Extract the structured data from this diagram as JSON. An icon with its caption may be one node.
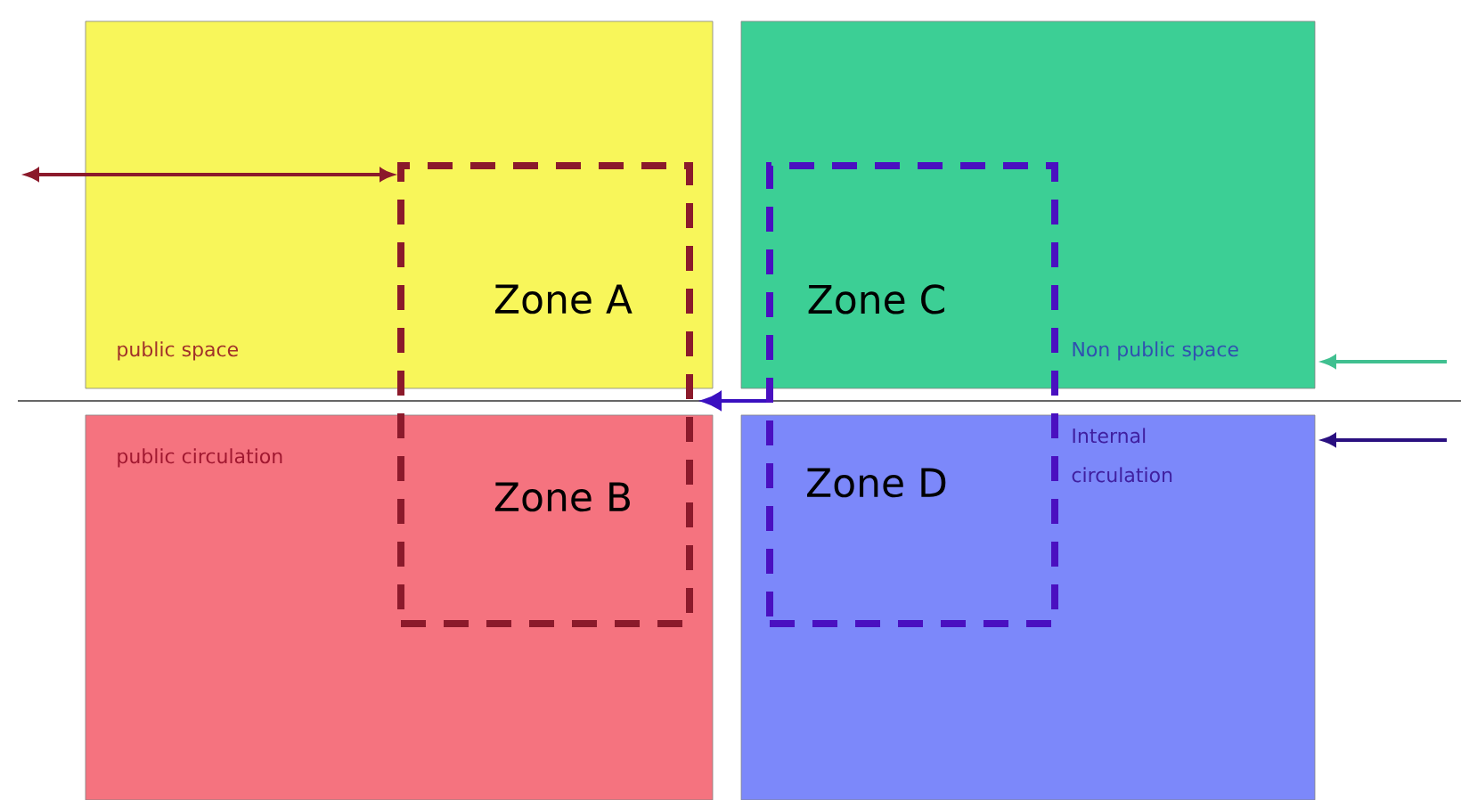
{
  "diagram": {
    "nodes": [
      {
        "text": [
          "public space"
        ]
      },
      {
        "text": [
          "Non public space"
        ]
      },
      {
        "text": [
          "public circulation"
        ]
      },
      {
        "text": [
          "Internal circulation"
        ]
      },
      {
        "text": [],
        "shape": "box"
      },
      {
        "text": [],
        "shape": "box"
      }
    ],
    "edges": [
      {
        "from": null,
        "to": 4,
        "arrow": "both",
        "color": "#8b1a2b"
      },
      {
        "from": 5,
        "to": 4,
        "arrow": "to",
        "color": "#3a10c0"
      },
      {
        "from": null,
        "to": 1,
        "arrow": "to",
        "color": "#40c090"
      },
      {
        "from": null,
        "to": 3,
        "arrow": "to",
        "color": "#2a1080"
      }
    ],
    "labels": [
      "Zone A",
      "Zone B",
      "Zone C",
      "Zone D"
    ]
  }
}
